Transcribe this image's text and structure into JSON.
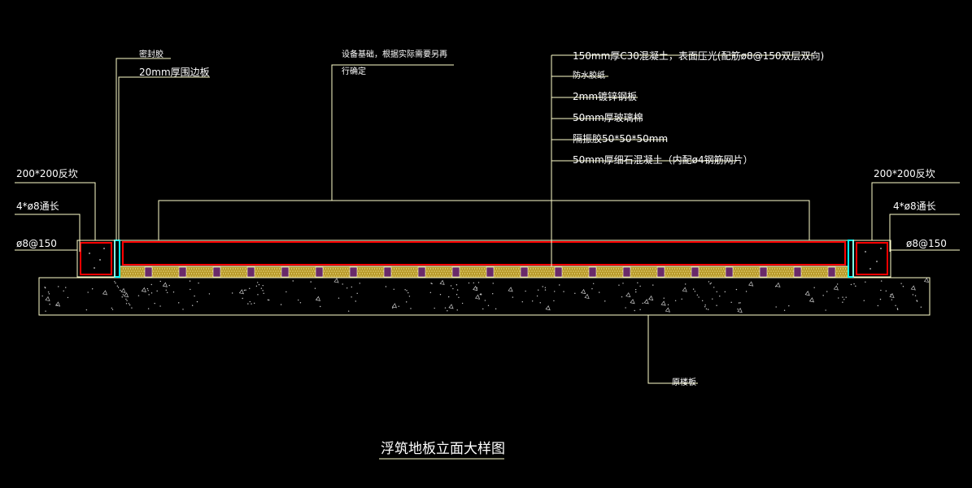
{
  "labels": {
    "sealant": "密封胶",
    "edge_board": "20mm厚围边板",
    "equipment_base_1": "设备基础，根据实际需要另再",
    "equipment_base_2": "行确定",
    "layer_concrete": "150mm厚C30混凝土，表面压光(配筋ø8@150双层双向)",
    "layer_waterproof": "防水胶纸",
    "layer_steel": "2mm镀锌钢板",
    "layer_glasswool": "50mm厚玻璃棉",
    "layer_isolator": "隔振胶50*50*50mm",
    "layer_finestone": "50mm厚细石混凝土（内配ø4钢筋网片）",
    "left_curb": "200*200反坎",
    "left_rebar_long": "4*ø8通长",
    "left_rebar_stirrup": "ø8@150",
    "right_curb": "200*200反坎",
    "right_rebar_long": "4*ø8通长",
    "right_rebar_stirrup": "ø8@150",
    "original_slab": "原楼板"
  },
  "title": "浮筑地板立面大样图",
  "colors": {
    "background": "#000000",
    "line": "#ffffcc",
    "red": "#ff0000",
    "cyan": "#00ffff",
    "hatch": "#ffe066",
    "white": "#ffffff",
    "isolator": "#6a2a6a"
  }
}
